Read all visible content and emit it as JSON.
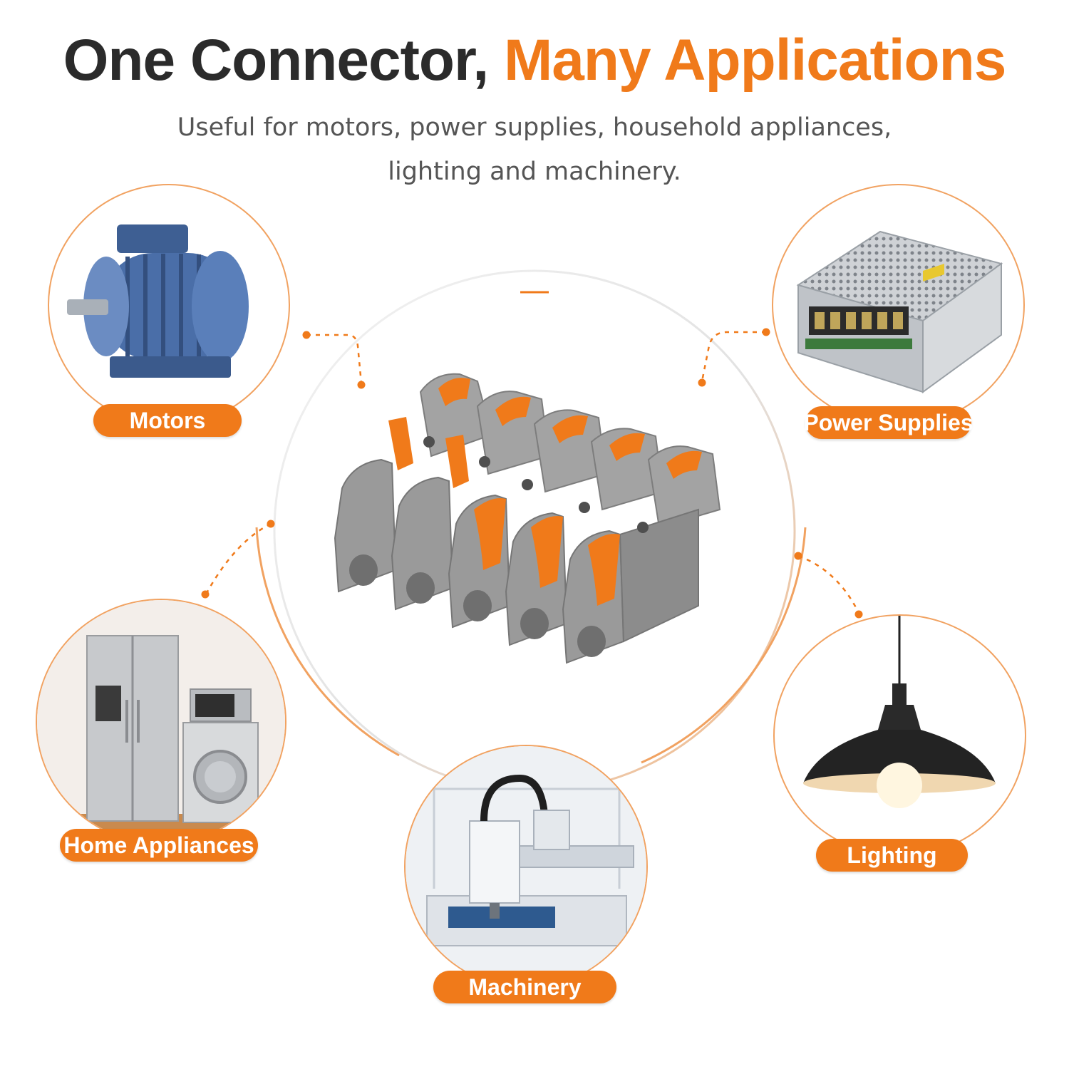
{
  "title": {
    "part1": "One Connector,",
    "part2": "Many Applications"
  },
  "subtitle": {
    "line1": "Useful for motors, power supplies, household appliances,",
    "line2": "lighting and machinery."
  },
  "applications": {
    "motors": "Motors",
    "power_supplies": "Power Supplies",
    "home_appliances": "Home Appliances",
    "lighting": "Lighting",
    "machinery": "Machinery"
  },
  "colors": {
    "accent": "#f07a1a",
    "title_dark": "#2b2b2b",
    "subtitle_gray": "#555555",
    "connector_gray": "#9a9a9a"
  },
  "icons": {
    "center": "lever-wire-connector-block",
    "motors": "electric-motor",
    "power_supplies": "power-supply-unit",
    "home_appliances": "home-appliances",
    "lighting": "pendant-lamp",
    "machinery": "cnc-machinery"
  }
}
